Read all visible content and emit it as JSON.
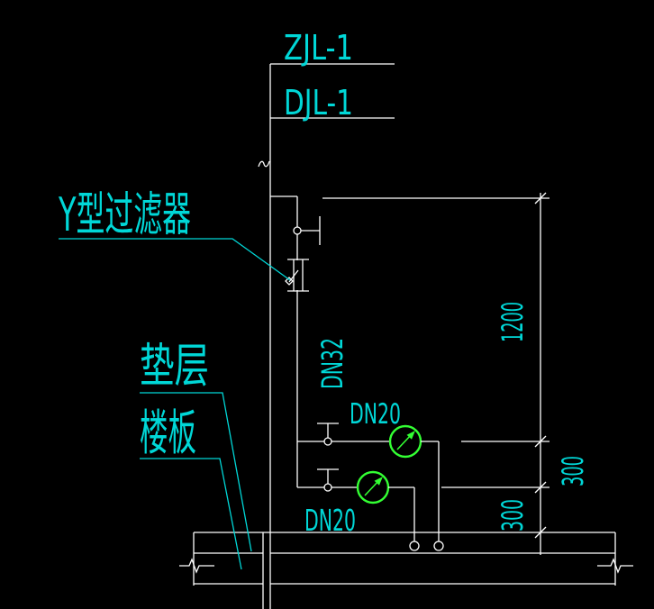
{
  "labels": {
    "zjl": "ZJL-1",
    "djl": "DJL-1",
    "y_filter": "Y型过滤器",
    "riser_branch_size": "DN32",
    "meter_branch_size": "DN20",
    "floor_pipe_size": "DN20",
    "cushion_layer": "垫层",
    "floor_slab": "楼板"
  },
  "dimension_labels": {
    "valve_to_meter": "1200",
    "meter_spacing": "300",
    "meter_to_floor": "300"
  },
  "colors": {
    "background": "#000000",
    "line": "#ffffff",
    "annotation": "#00d7d7",
    "meter": "#33ff33"
  }
}
